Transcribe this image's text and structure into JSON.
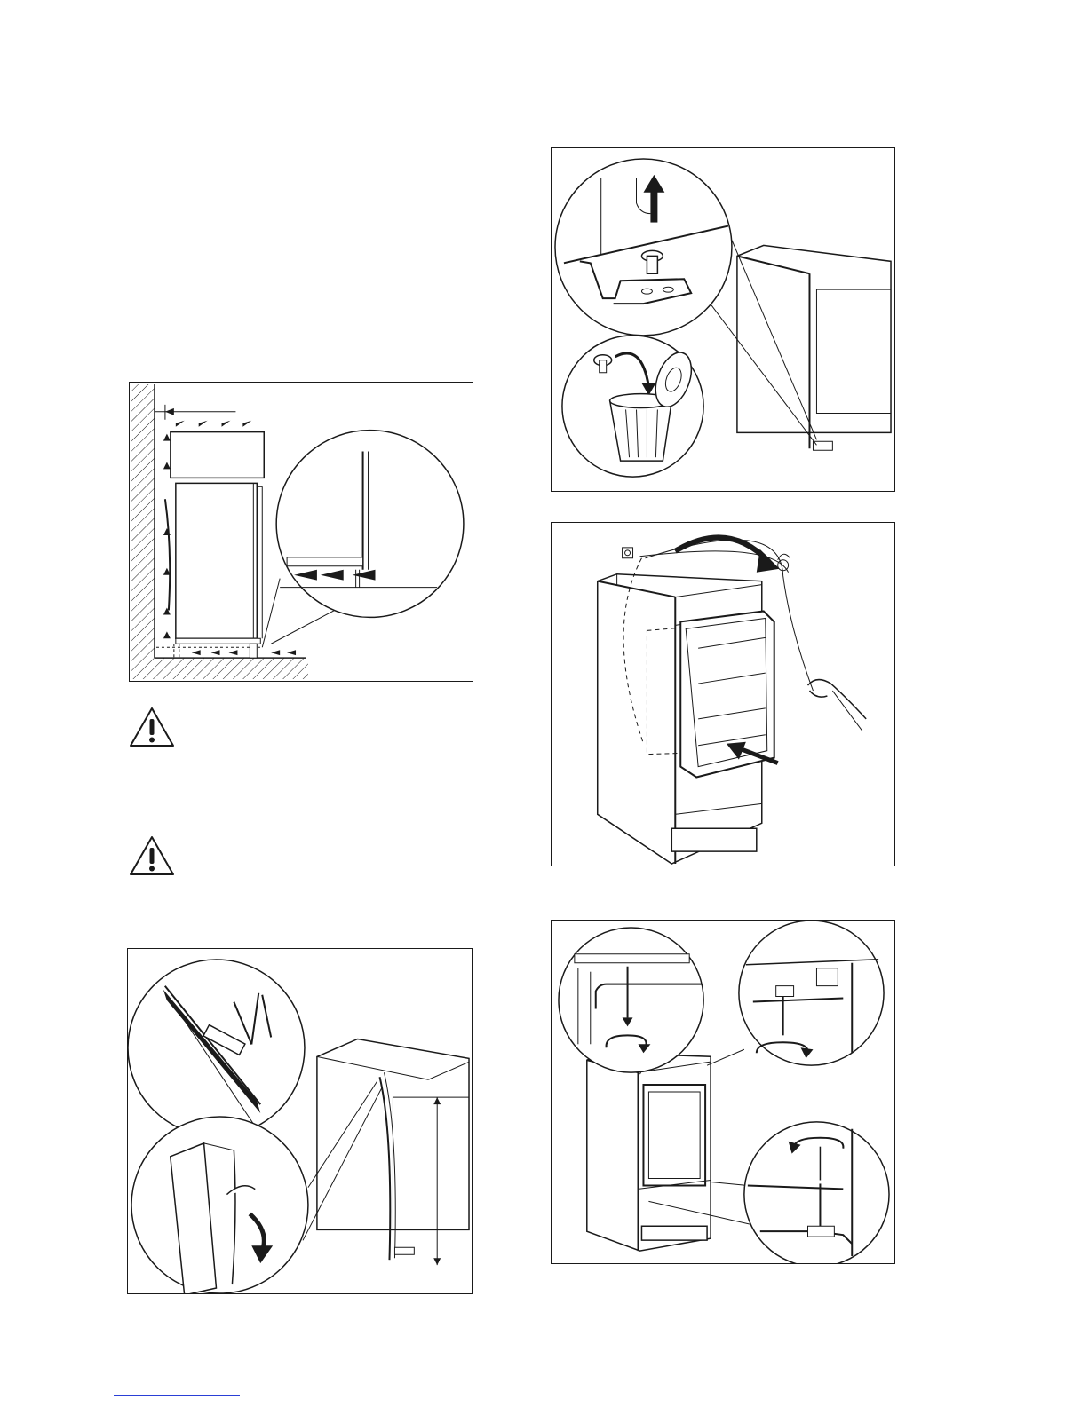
{
  "page": {
    "figures": [
      {
        "id": "ventilation-clearance",
        "description": ""
      },
      {
        "id": "hinge-pin-removal",
        "description": ""
      },
      {
        "id": "insert-appliance",
        "description": ""
      },
      {
        "id": "seal-strip-cutting",
        "description": ""
      },
      {
        "id": "screw-fixing",
        "description": ""
      }
    ],
    "warnings": [
      {
        "icon": "warning-triangle-icon"
      },
      {
        "icon": "warning-triangle-icon"
      }
    ]
  }
}
